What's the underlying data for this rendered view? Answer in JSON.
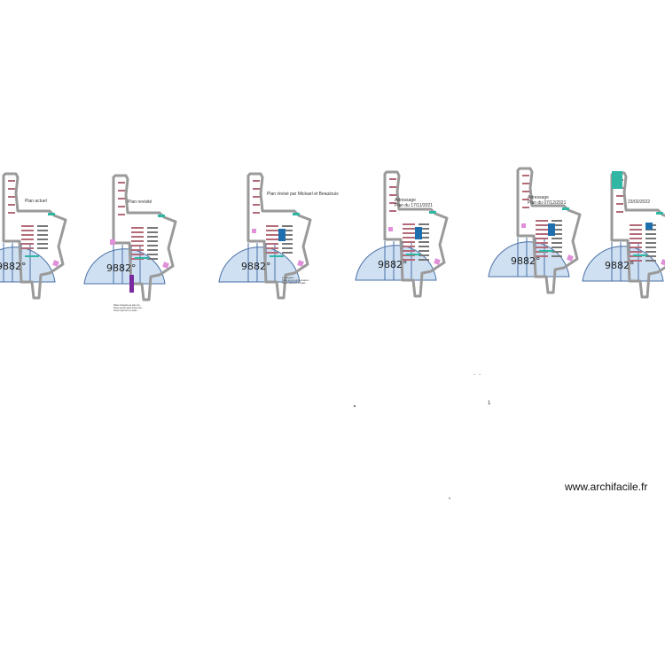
{
  "plans": [
    {
      "title": "Plan actuel",
      "subtitle": "",
      "measure": "9882°",
      "notes": []
    },
    {
      "title": "Plan revisité",
      "subtitle": "",
      "measure": "9882°",
      "notes": [
        "Plans intégrés au plan du...",
        "Nous avons alors entrer les...",
        "Vous imprimez un plan..."
      ]
    },
    {
      "title": "Plan révisé par Mickael et Beaulouis",
      "subtitle": "",
      "measure": "9882°",
      "notes": [
        "Le magasin",
        "Nous avons alors essayer...",
        "Vous imprimez un plan..."
      ]
    },
    {
      "title": "Adressage",
      "subtitle": "Plan du 17/11/2021",
      "measure": "9882°",
      "notes": []
    },
    {
      "title": "Adressage",
      "subtitle": "Plan du 07/12/2021",
      "measure": "9882°",
      "notes": []
    },
    {
      "title": "23/02/2022",
      "subtitle": "",
      "measure": "9882°",
      "notes": []
    }
  ],
  "stray_marks": {
    "dimension": "←→",
    "number": "1"
  },
  "watermark": "www.archifacile.fr",
  "colors": {
    "wall": "#9a9a9a",
    "arc_fill": "#cfe0f2",
    "arc_stroke": "#4a6fa5",
    "shelf": "#b36b78",
    "teal": "#2fb7a3",
    "blue": "#1f6fae",
    "pink": "#e08fd8",
    "purple": "#7a2aa0"
  }
}
